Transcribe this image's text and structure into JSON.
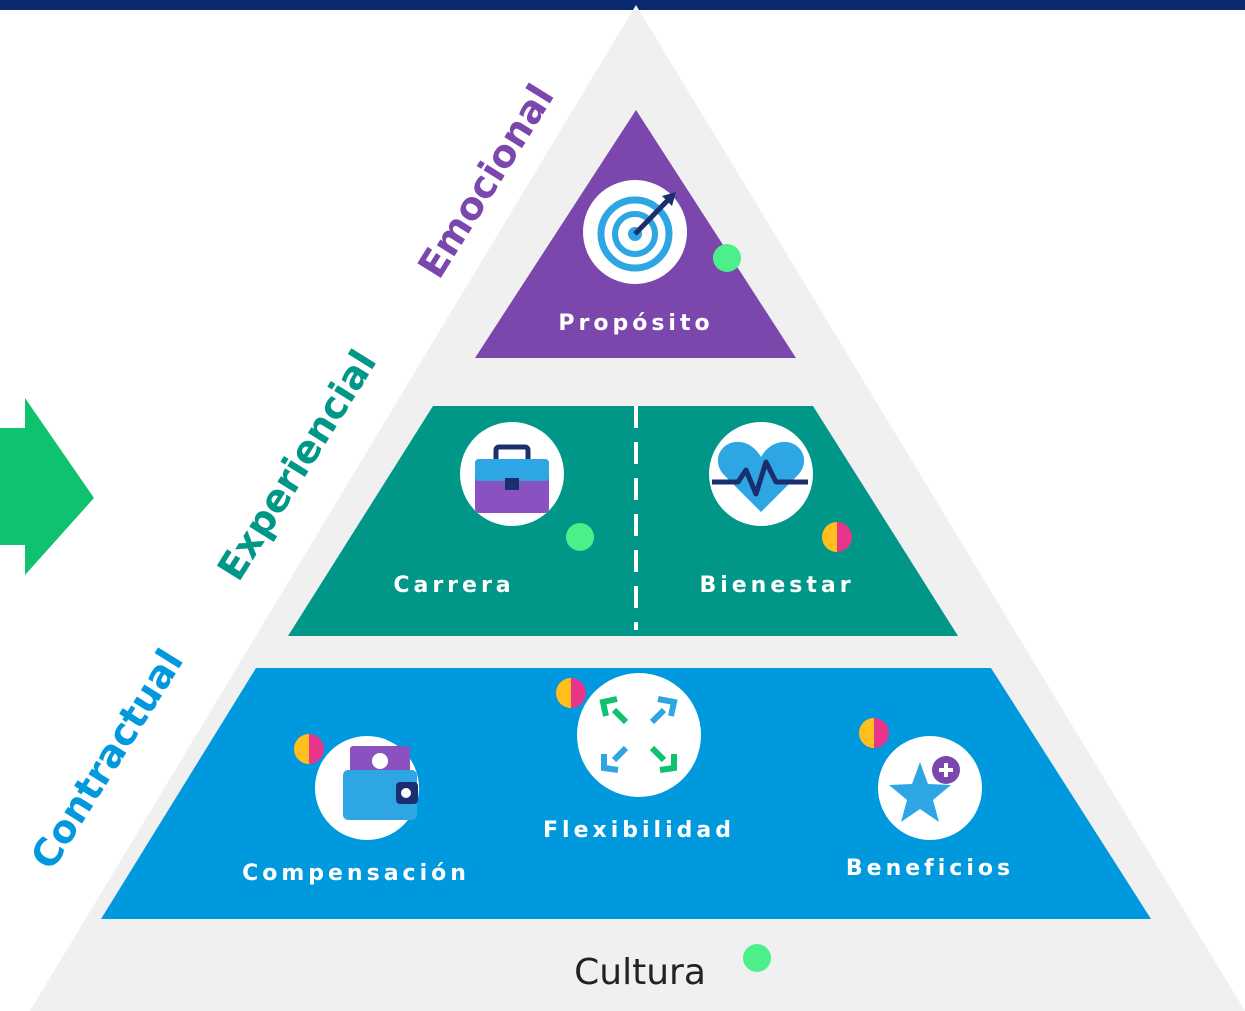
{
  "tiers": {
    "emocional": {
      "label": "Emocional",
      "color": "#7b47ad"
    },
    "experiencial": {
      "label": "Experiencial",
      "color": "#009688"
    },
    "contractual": {
      "label": "Contractual",
      "color": "#0099dd"
    }
  },
  "sections": {
    "proposito": {
      "label": "Propósito",
      "icon": "target-icon",
      "status": "green"
    },
    "carrera": {
      "label": "Carrera",
      "icon": "briefcase-icon",
      "status": "green"
    },
    "bienestar": {
      "label": "Bienestar",
      "icon": "heartbeat-icon",
      "status": "yellow-pink"
    },
    "compensacion": {
      "label": "Compensación",
      "icon": "wallet-icon",
      "status": "yellow-pink"
    },
    "flexibilidad": {
      "label": "Flexibilidad",
      "icon": "arrows-icon",
      "status": "yellow-pink"
    },
    "beneficios": {
      "label": "Beneficios",
      "icon": "star-plus-icon",
      "status": "yellow-pink"
    }
  },
  "base": {
    "label": "Cultura",
    "status": "green"
  },
  "colors": {
    "outer_triangle": "#f0f0f0",
    "arrow": "#0ec26f",
    "status_green": "#4cf08a",
    "status_yellow": "#ffc01e",
    "status_pink": "#e8348a",
    "header_bar": "#0b2a6f"
  }
}
